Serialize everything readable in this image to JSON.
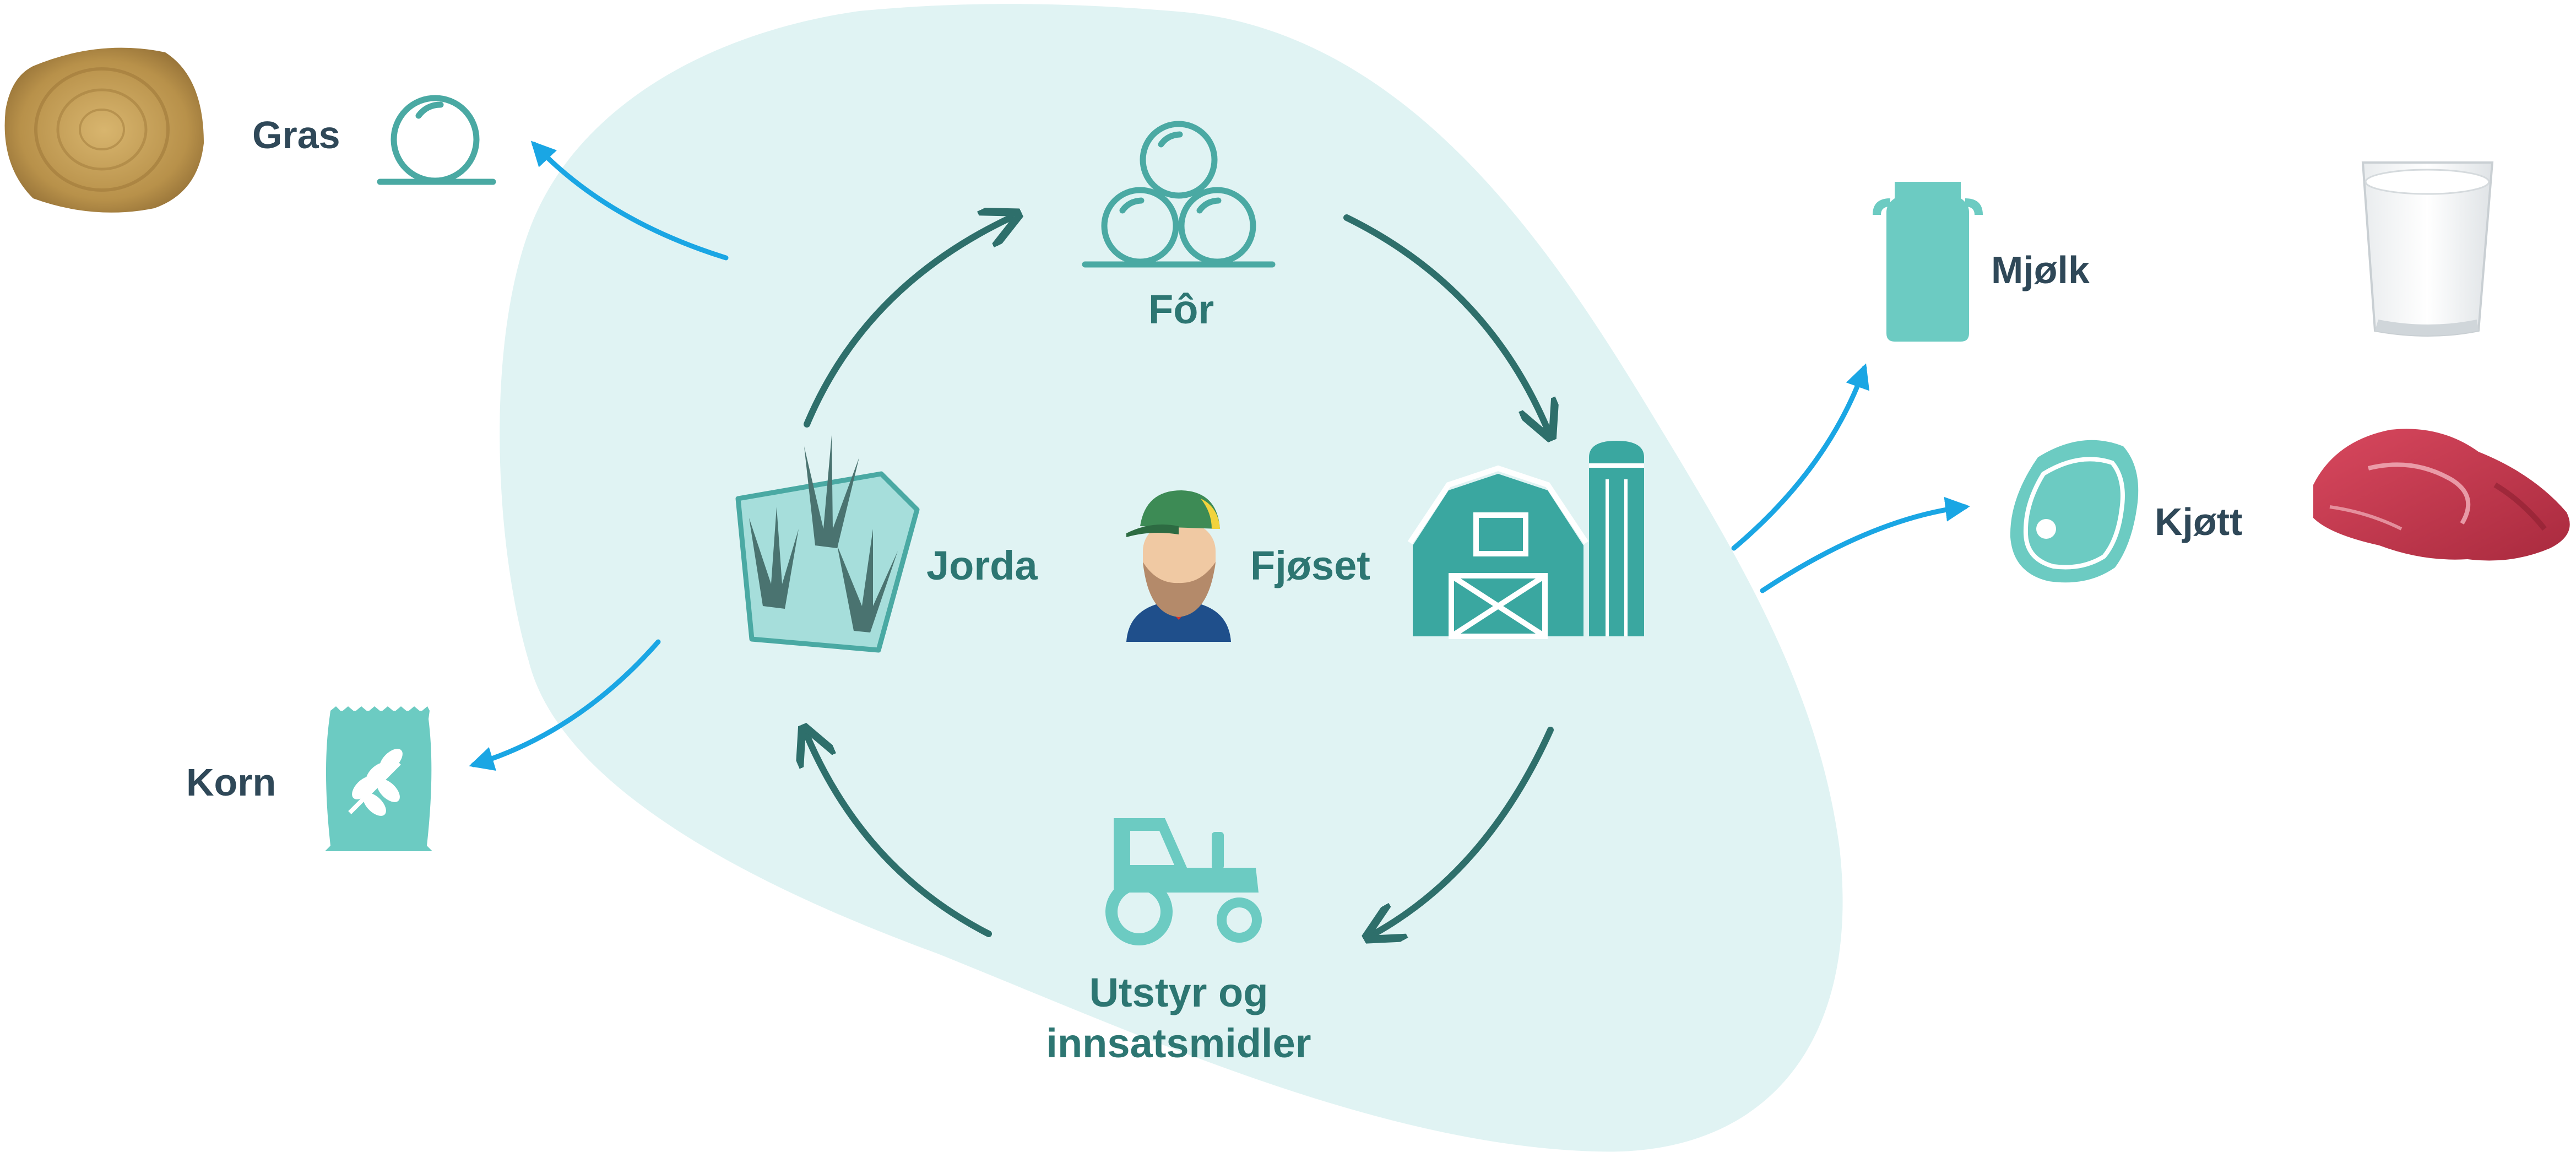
{
  "colors": {
    "blob": "#e0f3f3",
    "icon_teal": "#6ccbc2",
    "icon_stroke": "#4aa9a3",
    "cycle_arrow": "#2e6f6b",
    "output_arrow": "#1aa6e4",
    "label_dark": "#2f4858",
    "label_teal": "#2d7672"
  },
  "cycle": {
    "feed": {
      "label": "Fôr",
      "icon": "hay-bales-icon"
    },
    "barn": {
      "label": "Fjøset",
      "icon": "barn-silo-icon"
    },
    "soil": {
      "label": "Jorda",
      "icon": "grass-field-icon"
    },
    "equipment": {
      "label_line1": "Utstyr og",
      "label_line2": "innsatsmidler",
      "icon": "tractor-icon"
    },
    "farmer": {
      "icon": "farmer-icon"
    }
  },
  "outputs": {
    "grass": {
      "label": "Gras",
      "icon": "hay-bale-icon",
      "photo": "round-hay-bale-photo"
    },
    "grain": {
      "label": "Korn",
      "icon": "grain-sack-icon"
    },
    "milk": {
      "label": "Mjølk",
      "icon": "milk-can-icon",
      "photo": "glass-of-milk-photo"
    },
    "meat": {
      "label": "Kjøtt",
      "icon": "steak-icon",
      "photo": "raw-beef-photo"
    }
  }
}
